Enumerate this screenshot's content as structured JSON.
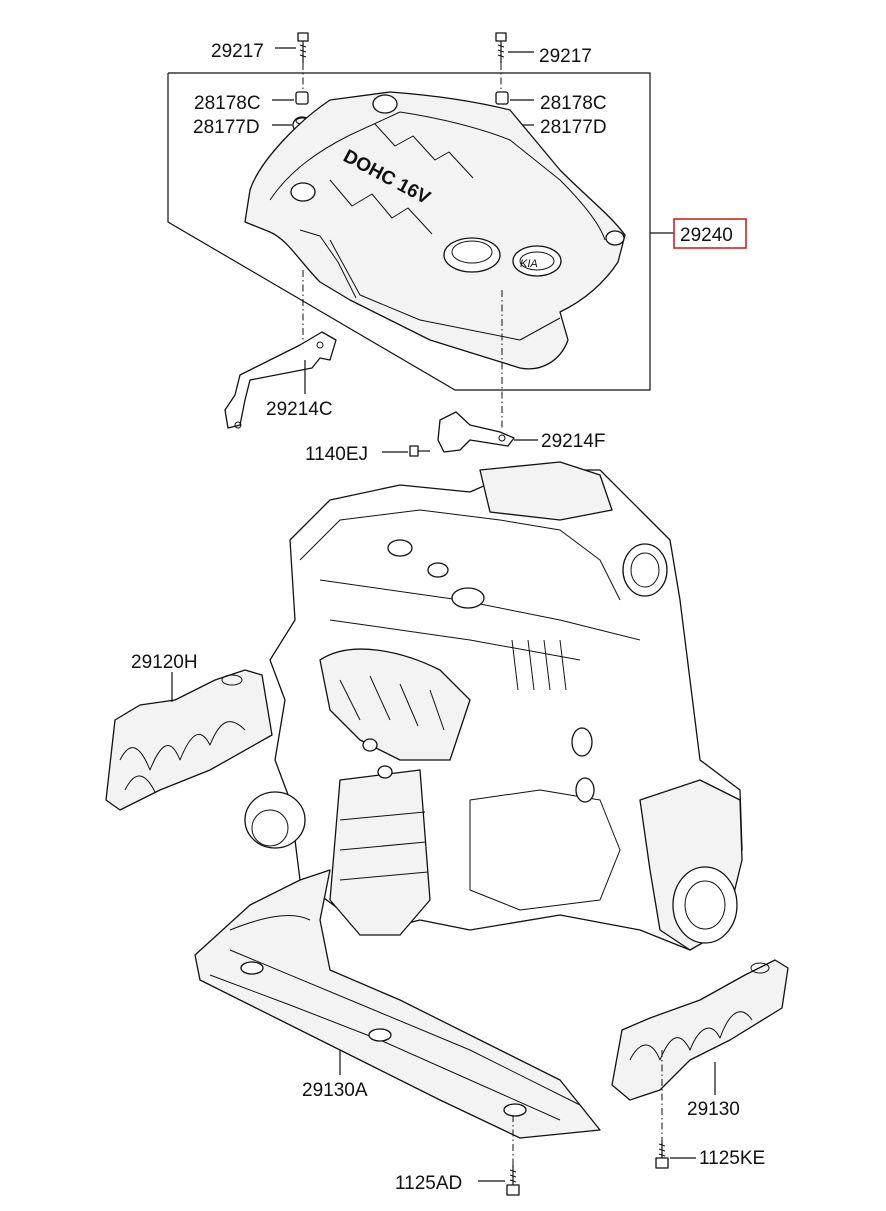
{
  "labels": {
    "bolt_left": "29217",
    "bolt_right": "29217",
    "cap_left": "28178C",
    "cap_right": "28178C",
    "grommet_left": "28177D",
    "grommet_right": "28177D",
    "engine_cover": "29240",
    "cover_text": "DOHC 16V",
    "bracket_left": "29214C",
    "bracket_right": "29214F",
    "bracket_bolt": "1140EJ",
    "heat_shield_left": "29120H",
    "under_cover_front": "29130A",
    "under_cover_side": "29130",
    "bolt_bottom_center": "1125AD",
    "bolt_bottom_right": "1125KE"
  },
  "highlight": {
    "part": "29240",
    "color": "#d62020"
  }
}
